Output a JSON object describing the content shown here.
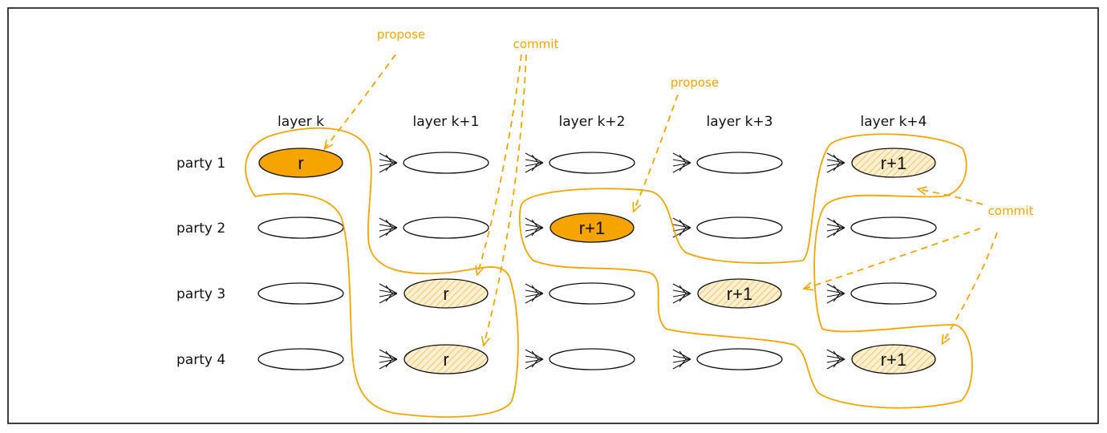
{
  "diagram": {
    "layers": [
      "layer k",
      "layer k+1",
      "layer k+2",
      "layer k+3",
      "layer k+4"
    ],
    "parties": [
      "party 1",
      "party 2",
      "party 3",
      "party 4"
    ],
    "cells": [
      {
        "layer": 0,
        "party": 0,
        "label": "r",
        "style": "solid"
      },
      {
        "layer": 1,
        "party": 2,
        "label": "r",
        "style": "hatched"
      },
      {
        "layer": 1,
        "party": 3,
        "label": "r",
        "style": "hatched"
      },
      {
        "layer": 2,
        "party": 1,
        "label": "r+1",
        "style": "solid"
      },
      {
        "layer": 3,
        "party": 2,
        "label": "r+1",
        "style": "hatched"
      },
      {
        "layer": 4,
        "party": 0,
        "label": "r+1",
        "style": "hatched"
      },
      {
        "layer": 4,
        "party": 3,
        "label": "r+1",
        "style": "hatched"
      }
    ],
    "annotations": {
      "propose_1": "propose",
      "commit_1": "commit",
      "propose_2": "propose",
      "commit_2": "commit"
    },
    "colors": {
      "accent": "#f5a400",
      "hatch_bg": "#fdf0d2",
      "stroke": "#111111",
      "frame": "#111111"
    }
  }
}
